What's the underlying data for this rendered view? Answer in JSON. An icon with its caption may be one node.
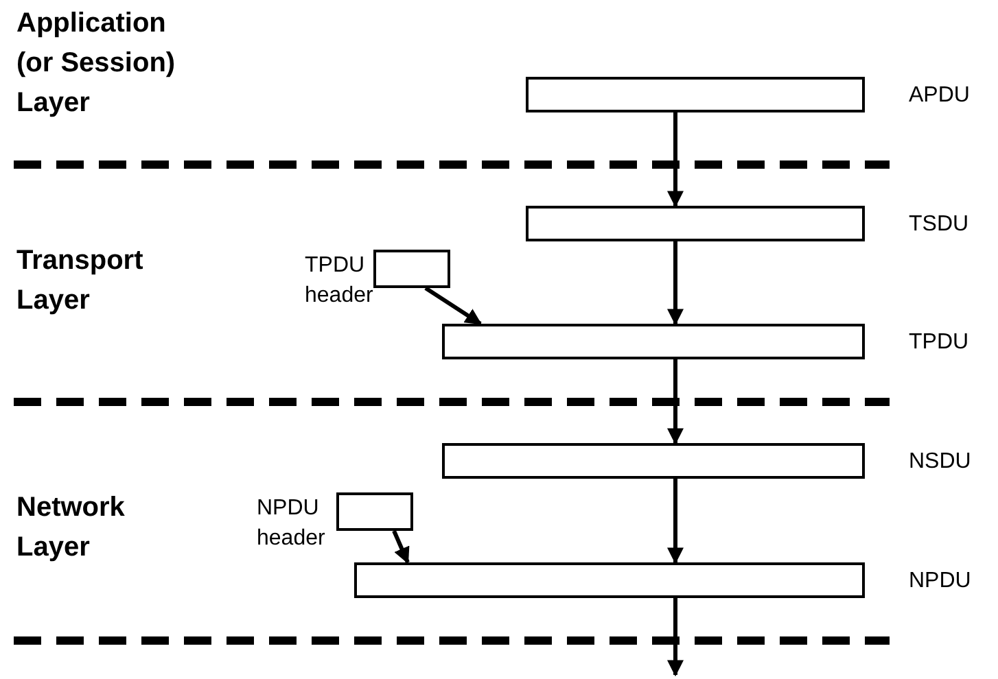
{
  "diagram": {
    "nodes": [
      {
        "text": [],
        "shape": "box",
        "beside": [
          "APDU"
        ]
      },
      {
        "text": [],
        "shape": "box",
        "beside": [
          "TSDU"
        ]
      },
      {
        "text": [],
        "shape": "box",
        "beside": [
          "TPDU header"
        ]
      },
      {
        "text": [],
        "shape": "box",
        "beside": [
          "TPDU"
        ]
      },
      {
        "text": [],
        "shape": "box",
        "beside": [
          "NSDU"
        ]
      },
      {
        "text": [],
        "shape": "box",
        "beside": [
          "NPDU header"
        ]
      },
      {
        "text": [],
        "shape": "box",
        "beside": [
          "NPDU"
        ]
      }
    ],
    "edges": [
      {
        "from": 0,
        "to": 1,
        "arrow": "to"
      },
      {
        "from": 2,
        "to": 3,
        "arrow": "to"
      },
      {
        "from": 1,
        "to": 3,
        "arrow": "to"
      },
      {
        "from": 3,
        "to": 4,
        "arrow": "to"
      },
      {
        "from": 5,
        "to": 6,
        "arrow": "to"
      },
      {
        "from": 4,
        "to": 6,
        "arrow": "to"
      },
      {
        "from": 6,
        "to": null,
        "arrow": "to"
      }
    ],
    "labels": [
      "Application (or Session) Layer",
      "Transport Layer",
      "Network Layer"
    ]
  }
}
